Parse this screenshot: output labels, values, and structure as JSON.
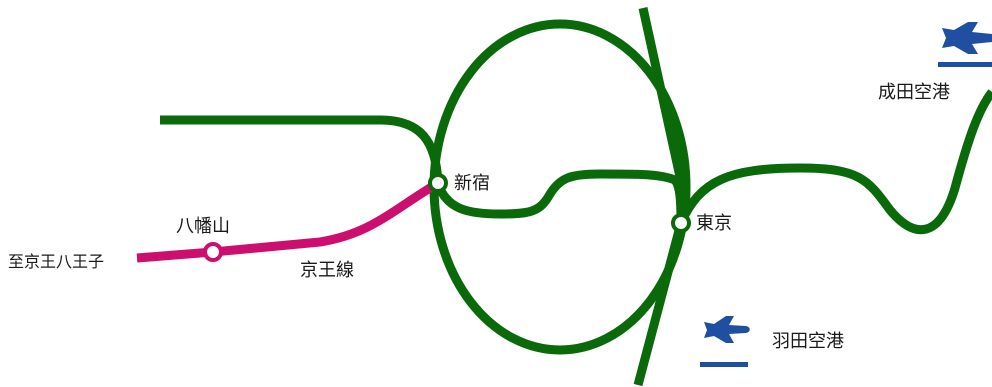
{
  "stations": {
    "shinjuku": "新宿",
    "tokyo": "東京",
    "hachimanyama": "八幡山"
  },
  "lines": {
    "keio": "京王線",
    "keio_terminus": "至京王八王子"
  },
  "airports": {
    "narita": "成田空港",
    "haneda": "羽田空港"
  },
  "icons": {
    "airport": "airplane-icon"
  },
  "colors": {
    "jr_line": "#0a6a0a",
    "keio_line": "#cc0e6e",
    "airport": "#1f4fa0"
  }
}
